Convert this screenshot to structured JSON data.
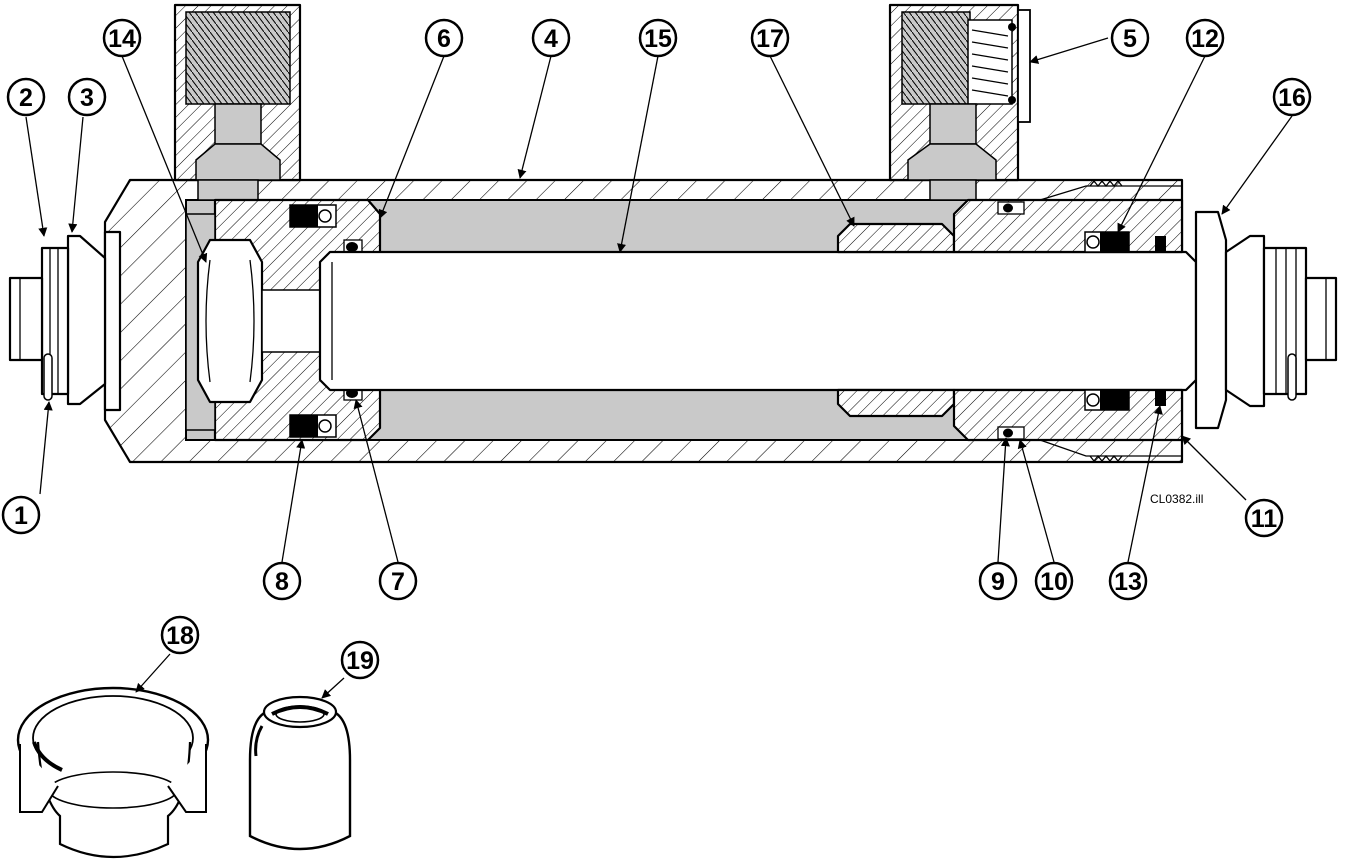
{
  "drawing_code": "CL0382.ill",
  "colors": {
    "ink": "#000000",
    "fluid_gray": "#c9c9c9",
    "background": "#ffffff"
  },
  "callouts": [
    {
      "id": "c1",
      "label": "1"
    },
    {
      "id": "c2",
      "label": "2"
    },
    {
      "id": "c3",
      "label": "3"
    },
    {
      "id": "c4",
      "label": "4"
    },
    {
      "id": "c5",
      "label": "5"
    },
    {
      "id": "c6",
      "label": "6"
    },
    {
      "id": "c7",
      "label": "7"
    },
    {
      "id": "c8",
      "label": "8"
    },
    {
      "id": "c9",
      "label": "9"
    },
    {
      "id": "c10",
      "label": "10"
    },
    {
      "id": "c11",
      "label": "11"
    },
    {
      "id": "c12",
      "label": "12"
    },
    {
      "id": "c13",
      "label": "13"
    },
    {
      "id": "c14",
      "label": "14"
    },
    {
      "id": "c15",
      "label": "15"
    },
    {
      "id": "c16",
      "label": "16"
    },
    {
      "id": "c17",
      "label": "17"
    },
    {
      "id": "c18",
      "label": "18"
    },
    {
      "id": "c19",
      "label": "19"
    }
  ]
}
